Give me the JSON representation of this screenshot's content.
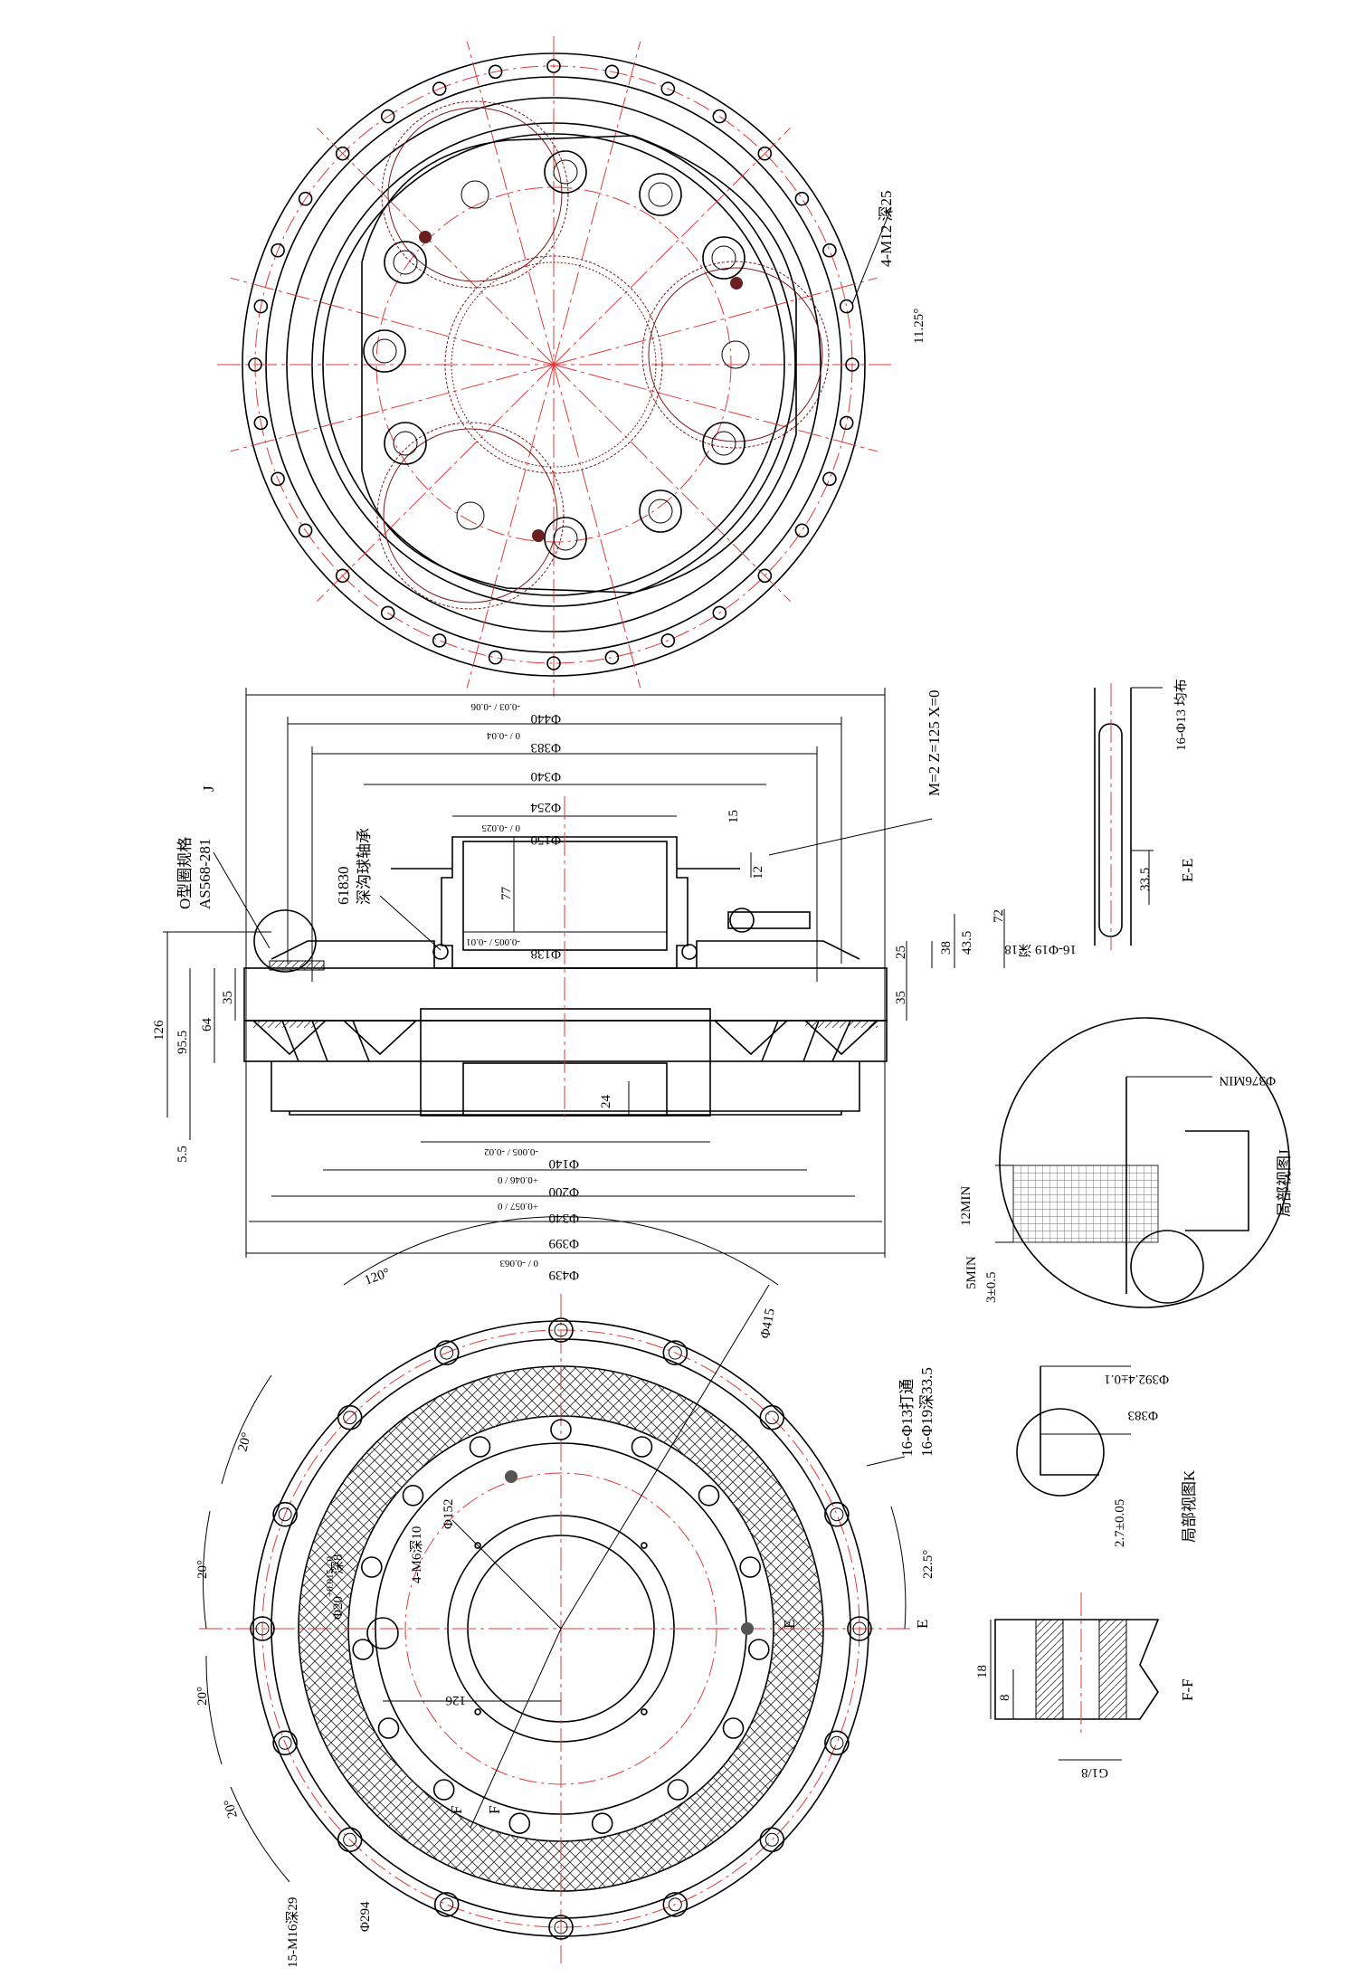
{
  "colors": {
    "outline": "#000000",
    "centerline": "#e03a3a",
    "gear_teeth": "#7a1a1a",
    "hatch": "#333333"
  },
  "top_view": {
    "bolt_note": "4-M12 深25",
    "angle_note": "11.25°"
  },
  "section_view": {
    "diameters": {
      "d440": "Φ440",
      "d440_tol": "-0.03 / -0.06",
      "d383": "Φ383",
      "d383_tol": "0 / -0.04",
      "d340": "Φ340",
      "d254": "Φ254",
      "d150": "Φ150",
      "d150_tol": "0 / -0.025",
      "d138": "Φ138",
      "d138_tol": "-0.005 / -0.01",
      "d140": "Φ140",
      "d140_tol": "-0.005 / -0.02",
      "d200": "Φ200",
      "d200_tol": "+0.046 / 0",
      "d340b": "Φ340",
      "d340b_tol": "+0.057 / 0",
      "d399": "Φ399",
      "d439": "Φ439",
      "d439_tol": "0 / -0.063"
    },
    "heights": {
      "h126": "126",
      "h95_5": "95.5",
      "h64": "64",
      "h35_left": "35",
      "h5_5": "5.5",
      "h77": "77",
      "h15": "15",
      "h12": "12",
      "h72": "72",
      "h43_5": "43.5",
      "h38": "38",
      "h25": "25",
      "h35_right": "35",
      "h24": "24"
    },
    "gear_spec": "M=2 Z=125 X=0",
    "oring_note": "O型圈规格",
    "oring_spec": "AS568-281",
    "bearing_code": "61830",
    "bearing_name": "深沟球轴承",
    "detail_marker": "J"
  },
  "ee_view": {
    "top_note": "16-Φ13 均布",
    "bottom_note": "16-Φ19 深18",
    "depth": "33.5",
    "title": "E-E"
  },
  "detail_j": {
    "diameter": "Φ376MIN",
    "dim_12": "12MIN",
    "dim_5": "5MIN",
    "dim_3": "3±0.5",
    "title": "局部视图J"
  },
  "detail_k": {
    "d1": "Φ392.4±0.1",
    "d2": "Φ383",
    "t": "2.7±0.05",
    "title": "局部视图K"
  },
  "ff_view": {
    "d18": "18",
    "d8": "8",
    "thread": "G1/8",
    "title": "F-F"
  },
  "bottom_view": {
    "angle_120": "120°",
    "angle_20a": "20°",
    "angle_20b": "20°",
    "angle_20c": "20°",
    "angle_20d": "20°",
    "angle_22_5": "22.5°",
    "d415": "Φ415",
    "holes_1": "16-Φ13打通",
    "holes_2": "16-Φ19深33.5",
    "d152": "Φ152",
    "m6": "4-M6深10",
    "pin": "Φ20",
    "pin_tol": "+0.015 / 0",
    "pin_depth": "深8",
    "d126": "126",
    "m16": "15-M16深29",
    "d294": "Φ294",
    "sec_e": "E",
    "sec_f": "F"
  }
}
